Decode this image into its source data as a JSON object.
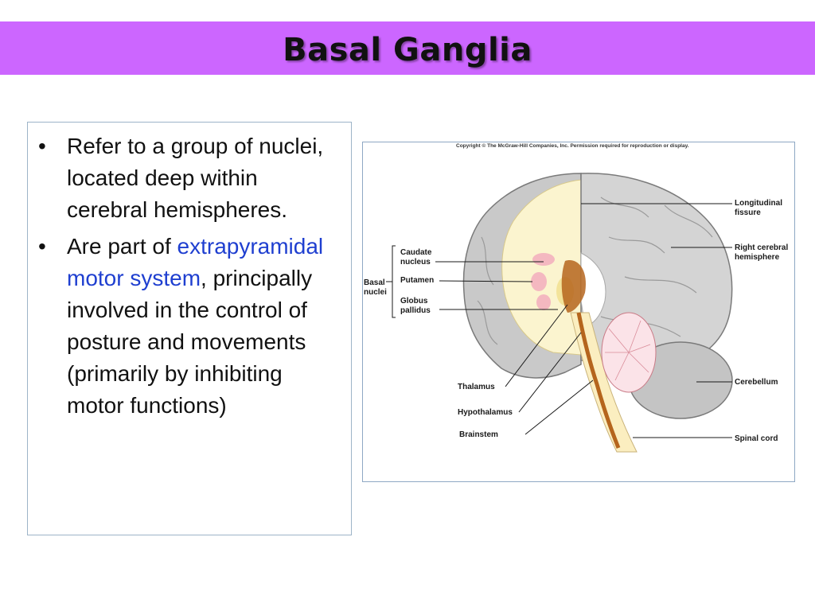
{
  "slide": {
    "title": "Basal Ganglia",
    "colors": {
      "title_bar": "#cc66ff",
      "highlight": "#1f3fd0"
    }
  },
  "bullets": {
    "b1": "Refer to a group of nuclei, located deep within cerebral hemispheres.",
    "b2_pre": "Are part of ",
    "b2_highlight": "extrapyramidal motor system",
    "b2_post": ", principally involved in the control of posture and movements (primarily by inhibiting motor functions)"
  },
  "figure": {
    "copyright": "Copyright © The McGraw-Hill Companies, Inc. Permission required for reproduction or display.",
    "labels": {
      "longitudinal_1": "Longitudinal",
      "longitudinal_2": "fissure",
      "right_cerebral_1": "Right cerebral",
      "right_cerebral_2": "hemisphere",
      "caudate_1": "Caudate",
      "caudate_2": "nucleus",
      "putamen": "Putamen",
      "globus_1": "Globus",
      "globus_2": "pallidus",
      "basal_1": "Basal",
      "basal_2": "nuclei",
      "thalamus": "Thalamus",
      "hypothalamus": "Hypothalamus",
      "brainstem": "Brainstem",
      "cerebellum": "Cerebellum",
      "spinal_cord": "Spinal cord"
    }
  }
}
